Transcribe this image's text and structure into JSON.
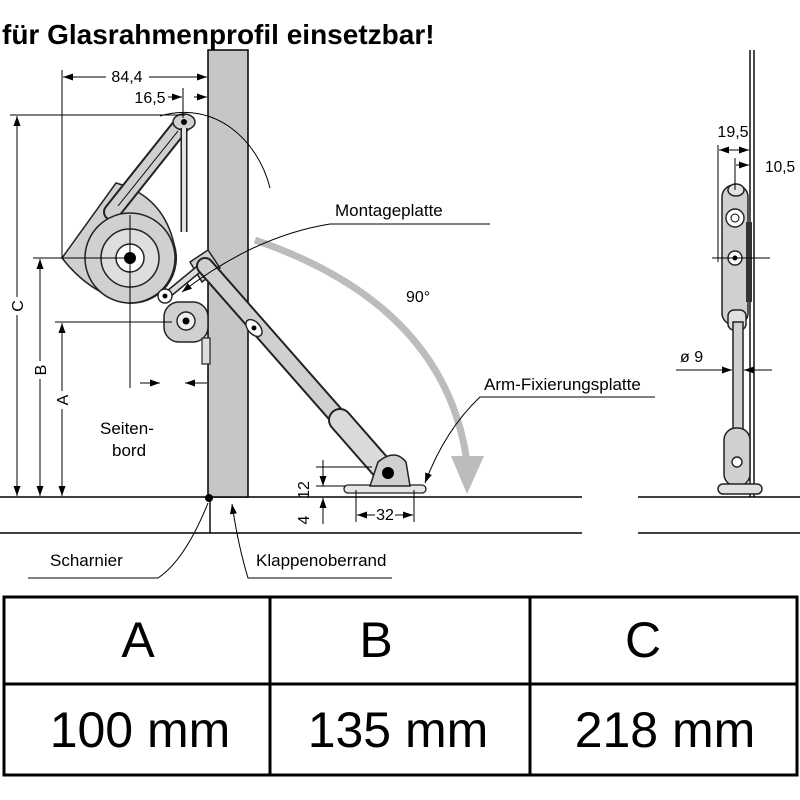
{
  "title": "für Glasrahmenprofil einsetzbar!",
  "dimensions": {
    "d84_4": "84,4",
    "d16_5": "16,5",
    "c": "C",
    "b": "B",
    "a": "A",
    "d12": "12",
    "d4": "4",
    "d32": "32",
    "d19_5": "19,5",
    "d10_5": "10,5",
    "diameter": "ø 9",
    "angle": "90°"
  },
  "labels": {
    "montageplatte": "Montageplatte",
    "arm_plate": "Arm-Fixierungsplatte",
    "side_board_1": "Seiten-",
    "side_board_2": "bord",
    "hinge": "Scharnier",
    "flap_edge": "Klappenoberrand"
  },
  "table": {
    "headers": [
      "A",
      "B",
      "C"
    ],
    "values": [
      "100 mm",
      "135 mm",
      "218 mm"
    ]
  },
  "colors": {
    "wall_fill": "#c6c6c6",
    "part_fill": "#d0d0d0",
    "swing_arrow": "#bcbcbc"
  }
}
